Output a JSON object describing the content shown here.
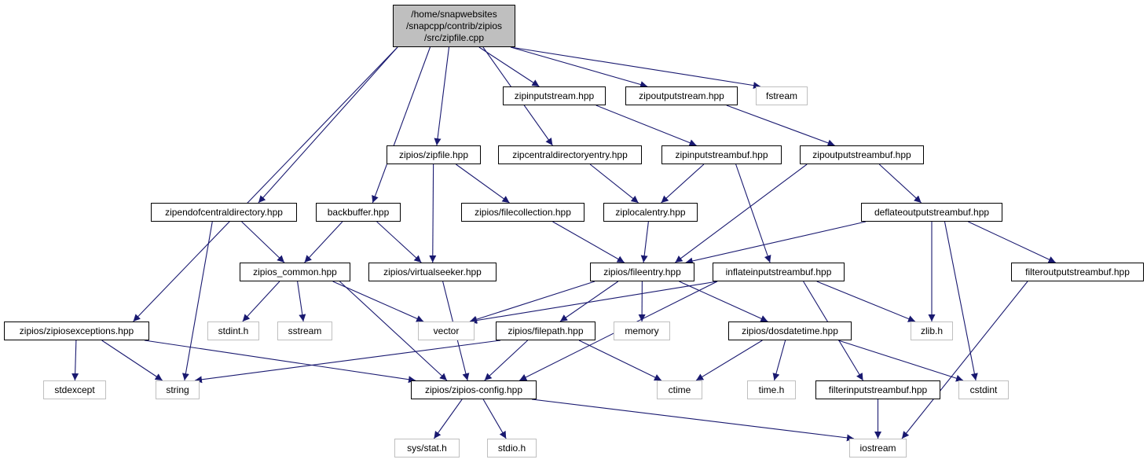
{
  "diagram": {
    "root": {
      "lines": [
        "/home/snapwebsites",
        "/snapcpp/contrib/zipios",
        "/src/zipfile.cpp"
      ]
    },
    "colors": {
      "edge": "#191970",
      "node_border": "#000000",
      "external_border": "#bfbfbf",
      "root_fill": "#bfbfbf"
    },
    "nodes": [
      {
        "id": "zipinputstream",
        "label": "zipinputstream.hpp",
        "external": false
      },
      {
        "id": "zipoutputstream",
        "label": "zipoutputstream.hpp",
        "external": false
      },
      {
        "id": "fstream",
        "label": "fstream",
        "external": true
      },
      {
        "id": "zipfile_hpp",
        "label": "zipios/zipfile.hpp",
        "external": false
      },
      {
        "id": "zipcentral",
        "label": "zipcentraldirectoryentry.hpp",
        "external": false
      },
      {
        "id": "zipinputstreambuf",
        "label": "zipinputstreambuf.hpp",
        "external": false
      },
      {
        "id": "zipoutputstreambuf",
        "label": "zipoutputstreambuf.hpp",
        "external": false
      },
      {
        "id": "zipendof",
        "label": "zipendofcentraldirectory.hpp",
        "external": false
      },
      {
        "id": "backbuffer",
        "label": "backbuffer.hpp",
        "external": false
      },
      {
        "id": "filecollection",
        "label": "zipios/filecollection.hpp",
        "external": false
      },
      {
        "id": "ziplocalentry",
        "label": "ziplocalentry.hpp",
        "external": false
      },
      {
        "id": "deflateout",
        "label": "deflateoutputstreambuf.hpp",
        "external": false
      },
      {
        "id": "zipios_common",
        "label": "zipios_common.hpp",
        "external": false
      },
      {
        "id": "virtualseeker",
        "label": "zipios/virtualseeker.hpp",
        "external": false
      },
      {
        "id": "fileentry",
        "label": "zipios/fileentry.hpp",
        "external": false
      },
      {
        "id": "inflatein",
        "label": "inflateinputstreambuf.hpp",
        "external": false
      },
      {
        "id": "filteroutput",
        "label": "filteroutputstreambuf.hpp",
        "external": false
      },
      {
        "id": "zipiosexceptions",
        "label": "zipios/zipiosexceptions.hpp",
        "external": false
      },
      {
        "id": "stdint",
        "label": "stdint.h",
        "external": true
      },
      {
        "id": "sstream",
        "label": "sstream",
        "external": true
      },
      {
        "id": "vector",
        "label": "vector",
        "external": true
      },
      {
        "id": "filepath",
        "label": "zipios/filepath.hpp",
        "external": false
      },
      {
        "id": "memory",
        "label": "memory",
        "external": true
      },
      {
        "id": "dosdatetime",
        "label": "zipios/dosdatetime.hpp",
        "external": false
      },
      {
        "id": "zlib",
        "label": "zlib.h",
        "external": true
      },
      {
        "id": "stdexcept",
        "label": "stdexcept",
        "external": true
      },
      {
        "id": "string",
        "label": "string",
        "external": true
      },
      {
        "id": "config",
        "label": "zipios/zipios-config.hpp",
        "external": false
      },
      {
        "id": "ctime",
        "label": "ctime",
        "external": true
      },
      {
        "id": "timeh",
        "label": "time.h",
        "external": true
      },
      {
        "id": "filterinput",
        "label": "filterinputstreambuf.hpp",
        "external": false
      },
      {
        "id": "cstdint",
        "label": "cstdint",
        "external": true
      },
      {
        "id": "sysstat",
        "label": "sys/stat.h",
        "external": true
      },
      {
        "id": "stdio",
        "label": "stdio.h",
        "external": true
      },
      {
        "id": "iostream",
        "label": "iostream",
        "external": true
      }
    ],
    "edges": [
      [
        "root",
        "zipinputstream"
      ],
      [
        "root",
        "zipoutputstream"
      ],
      [
        "root",
        "fstream"
      ],
      [
        "root",
        "zipfile_hpp"
      ],
      [
        "root",
        "zipcentral"
      ],
      [
        "root",
        "zipendof"
      ],
      [
        "root",
        "backbuffer"
      ],
      [
        "root",
        "zipiosexceptions"
      ],
      [
        "zipinputstream",
        "zipinputstreambuf"
      ],
      [
        "zipoutputstream",
        "zipoutputstreambuf"
      ],
      [
        "zipfile_hpp",
        "filecollection"
      ],
      [
        "zipfile_hpp",
        "virtualseeker"
      ],
      [
        "zipcentral",
        "ziplocalentry"
      ],
      [
        "zipinputstreambuf",
        "ziplocalentry"
      ],
      [
        "zipinputstreambuf",
        "inflatein"
      ],
      [
        "zipoutputstreambuf",
        "fileentry"
      ],
      [
        "zipoutputstreambuf",
        "deflateout"
      ],
      [
        "zipendof",
        "zipios_common"
      ],
      [
        "zipendof",
        "string"
      ],
      [
        "backbuffer",
        "zipios_common"
      ],
      [
        "backbuffer",
        "virtualseeker"
      ],
      [
        "filecollection",
        "fileentry"
      ],
      [
        "ziplocalentry",
        "fileentry"
      ],
      [
        "deflateout",
        "fileentry"
      ],
      [
        "deflateout",
        "filteroutput"
      ],
      [
        "deflateout",
        "zlib"
      ],
      [
        "deflateout",
        "cstdint"
      ],
      [
        "zipios_common",
        "stdint"
      ],
      [
        "zipios_common",
        "sstream"
      ],
      [
        "zipios_common",
        "vector"
      ],
      [
        "zipios_common",
        "config"
      ],
      [
        "virtualseeker",
        "config"
      ],
      [
        "fileentry",
        "vector"
      ],
      [
        "fileentry",
        "filepath"
      ],
      [
        "fileentry",
        "memory"
      ],
      [
        "fileentry",
        "dosdatetime"
      ],
      [
        "inflatein",
        "vector"
      ],
      [
        "inflatein",
        "zlib"
      ],
      [
        "inflatein",
        "config"
      ],
      [
        "inflatein",
        "filterinput"
      ],
      [
        "filteroutput",
        "iostream"
      ],
      [
        "zipiosexceptions",
        "stdexcept"
      ],
      [
        "zipiosexceptions",
        "string"
      ],
      [
        "zipiosexceptions",
        "config"
      ],
      [
        "filepath",
        "string"
      ],
      [
        "filepath",
        "config"
      ],
      [
        "filepath",
        "ctime"
      ],
      [
        "dosdatetime",
        "ctime"
      ],
      [
        "dosdatetime",
        "timeh"
      ],
      [
        "dosdatetime",
        "cstdint"
      ],
      [
        "config",
        "sysstat"
      ],
      [
        "config",
        "stdio"
      ],
      [
        "config",
        "iostream"
      ],
      [
        "filterinput",
        "iostream"
      ]
    ]
  }
}
